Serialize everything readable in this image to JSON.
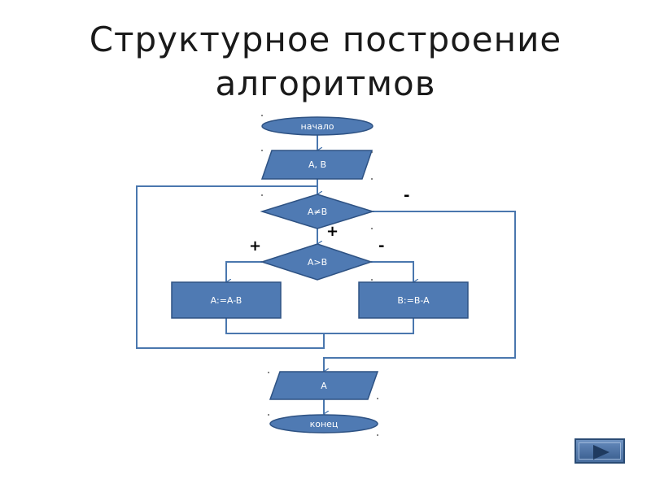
{
  "slide": {
    "title_line1": "Структурное построение",
    "title_line2": "алгоритмов"
  },
  "flowchart": {
    "start": "начало",
    "input": "A, B",
    "condition_neq": "A≠B",
    "condition_gt": "A>B",
    "assign_left": "A:=A-B",
    "assign_right": "B:=B-A",
    "output": "A",
    "end": "конец",
    "sign_neq_no": "-",
    "sign_neq_yes": "+",
    "sign_gt_yes": "+",
    "sign_gt_no": "-"
  },
  "colors": {
    "shape_fill": "#4f7ab3",
    "shape_stroke": "#2e5283",
    "line": "#4a77ae"
  },
  "nav": {
    "icon": "play-next-icon"
  }
}
